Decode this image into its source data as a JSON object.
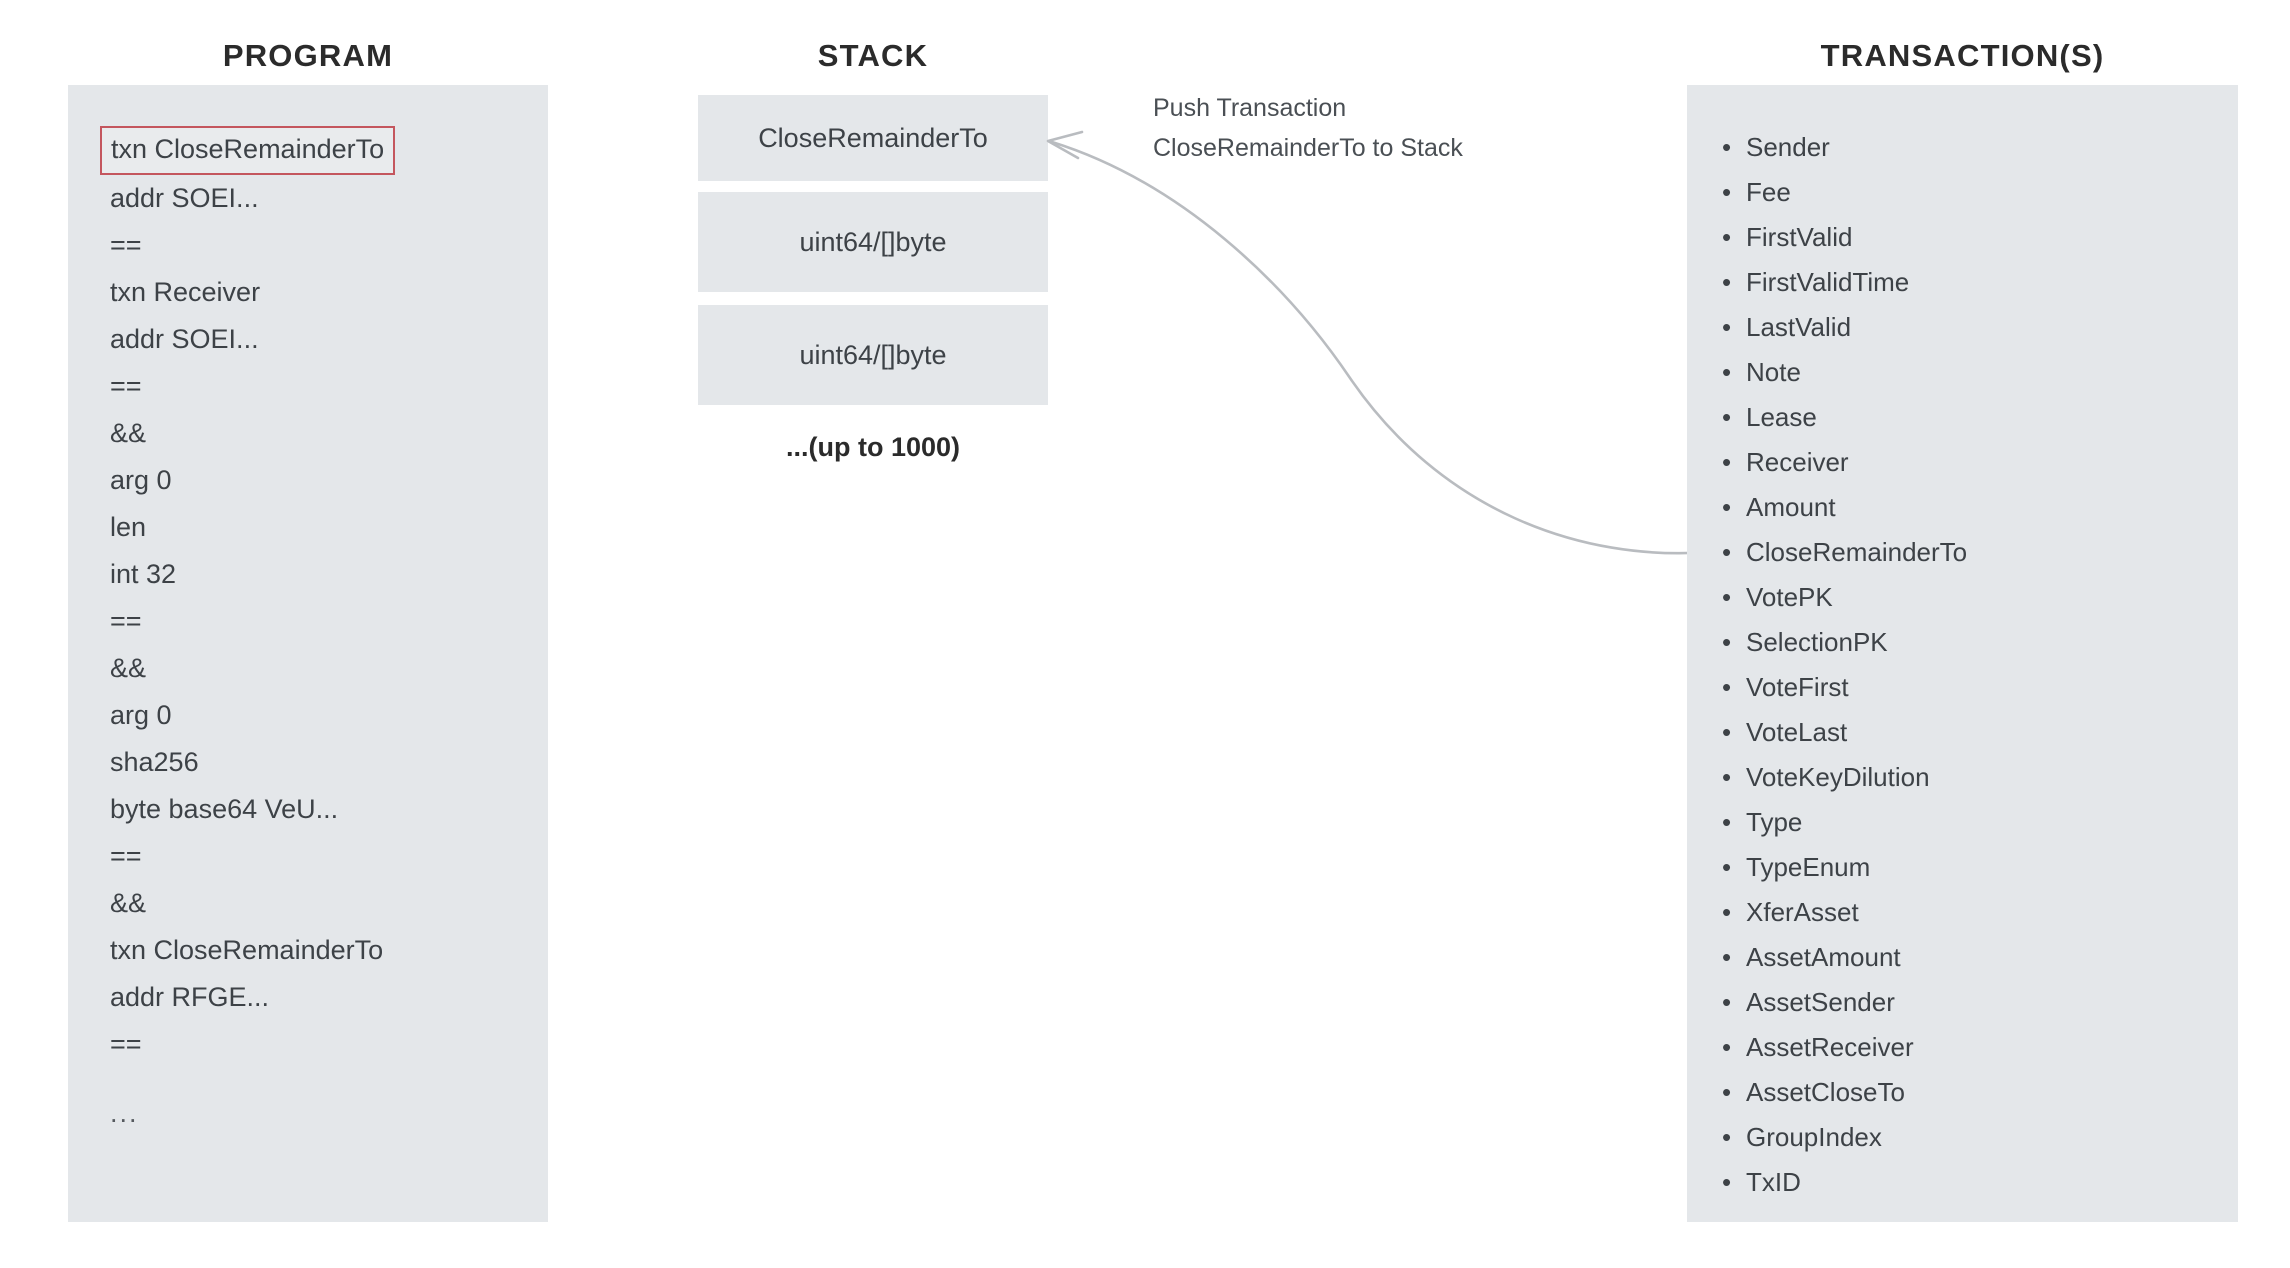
{
  "colors": {
    "panel_fill": "#e4e7ea",
    "text": "#3d4247",
    "title": "#2b2b2b",
    "highlight_border": "#c4565e",
    "arrow": "#b9bcc0",
    "background": "#ffffff"
  },
  "program": {
    "title": "PROGRAM",
    "highlighted_line_index": 0,
    "lines": [
      "txn CloseRemainderTo",
      "addr SOEI...",
      "==",
      "txn Receiver",
      "addr SOEI...",
      "==",
      "&&",
      "arg 0",
      "len",
      "int 32",
      "==",
      "&&",
      "arg 0",
      "sha256",
      "byte base64 VeU...",
      "==",
      "&&",
      "txn CloseRemainderTo",
      "addr RFGE...",
      "==",
      "..."
    ]
  },
  "stack": {
    "title": "STACK",
    "cells": [
      "CloseRemainderTo",
      "uint64/[]byte",
      "uint64/[]byte"
    ],
    "more_label": "...(up to 1000)"
  },
  "annotation": {
    "line1": "Push Transaction",
    "line2": "CloseRemainderTo to Stack"
  },
  "transactions": {
    "title": "TRANSACTION(S)",
    "fields": [
      "Sender",
      "Fee",
      "FirstValid",
      "FirstValidTime",
      "LastValid",
      "Note",
      "Lease",
      "Receiver",
      "Amount",
      "CloseRemainderTo",
      "VotePK",
      "SelectionPK",
      "VoteFirst",
      "VoteLast",
      "VoteKeyDilution",
      "Type",
      "TypeEnum",
      "XferAsset",
      "AssetAmount",
      "AssetSender",
      "AssetReceiver",
      "AssetCloseTo",
      "GroupIndex",
      "TxID"
    ]
  }
}
